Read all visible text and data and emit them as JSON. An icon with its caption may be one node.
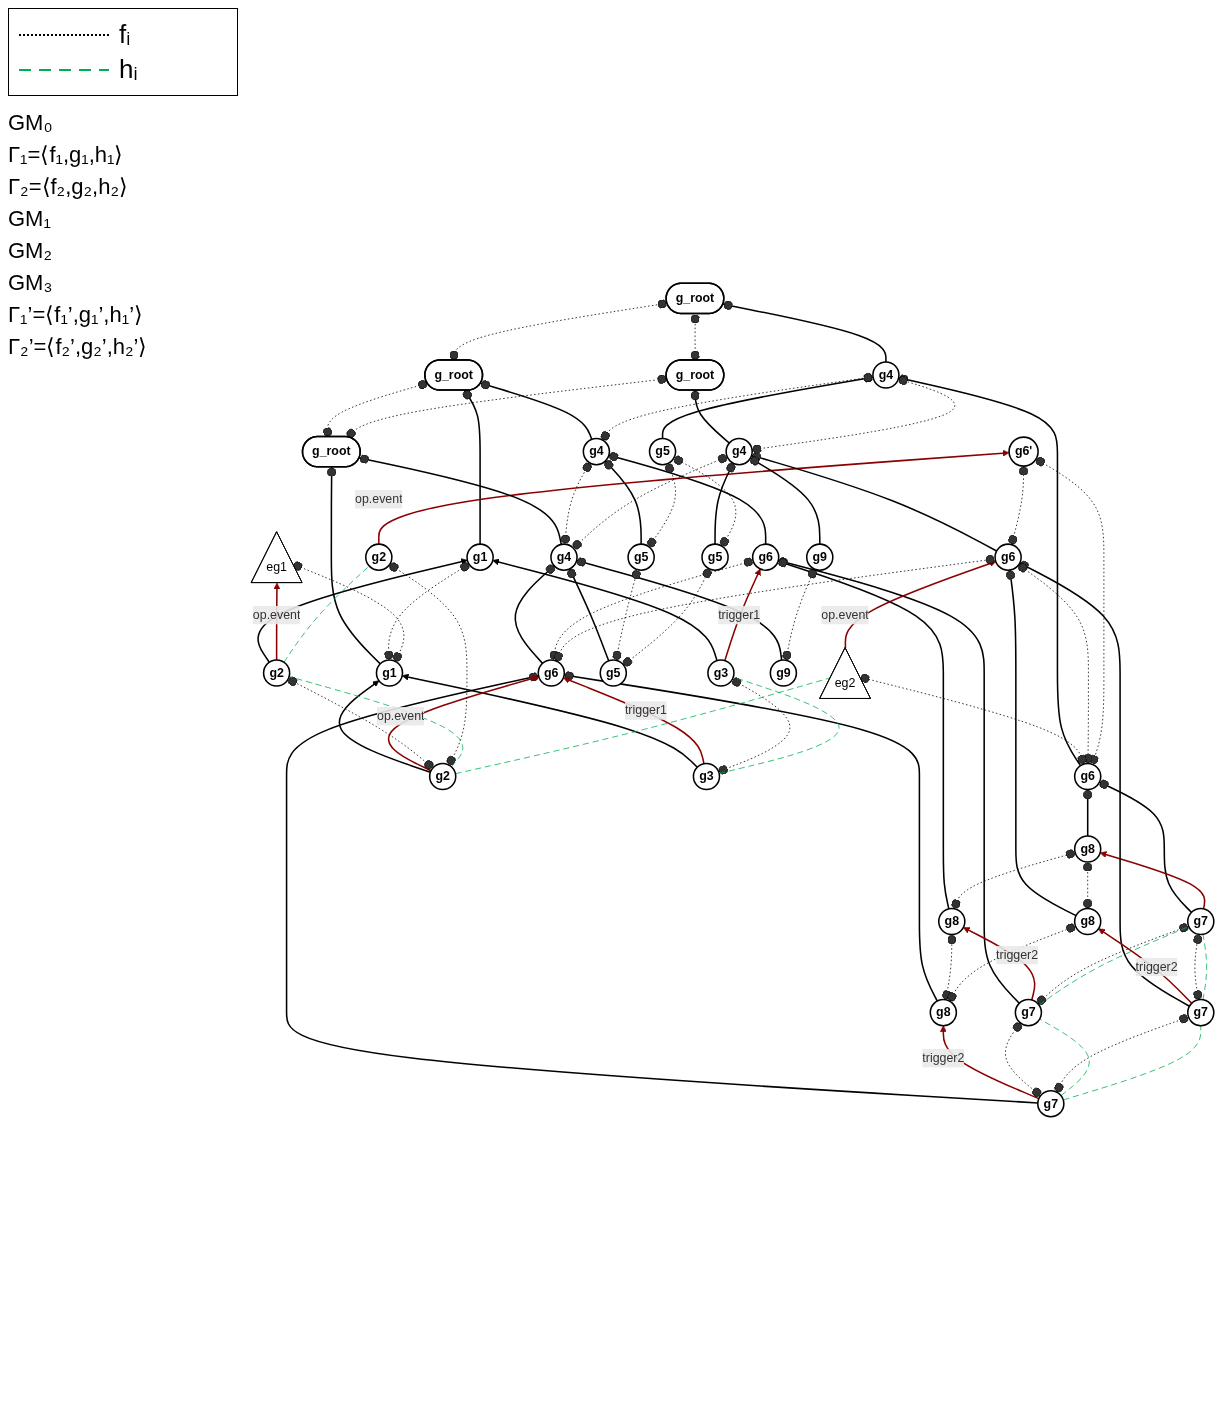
{
  "diagram": {
    "nodes": [
      {
        "text": [
          "g_root"
        ]
      },
      {
        "text": [
          "g4"
        ]
      },
      {
        "text": [
          "g5"
        ]
      },
      {
        "text": [
          "g6"
        ]
      },
      {
        "text": [
          "g7"
        ]
      },
      {
        "text": [
          "g8"
        ]
      },
      {
        "text": [
          "g_root"
        ]
      },
      {
        "text": [
          "g1"
        ]
      },
      {
        "text": [
          "g4"
        ]
      },
      {
        "text": [
          "g2"
        ]
      },
      {
        "text": [
          "g3"
        ]
      },
      {
        "text": [
          "g5"
        ]
      },
      {
        "text": [
          "g6"
        ]
      },
      {
        "text": [
          "g7"
        ]
      },
      {
        "text": [
          "g8"
        ]
      },
      {
        "text": [
          "eg1"
        ]
      },
      {
        "text": [
          "g2"
        ]
      },
      {
        "text": [
          "g6'"
        ]
      },
      {
        "text": [
          "eg2"
        ]
      },
      {
        "text": [
          "g_root"
        ]
      },
      {
        "text": [
          "g4"
        ]
      },
      {
        "text": [
          "g5"
        ]
      },
      {
        "text": [
          "g6"
        ]
      },
      {
        "text": [
          "g9"
        ]
      },
      {
        "text": [
          "g7"
        ]
      },
      {
        "text": [
          "g8"
        ]
      },
      {
        "text": [
          "g_root"
        ]
      },
      {
        "text": [
          "g1"
        ]
      },
      {
        "text": [
          "g4"
        ]
      },
      {
        "text": [
          "g2"
        ]
      },
      {
        "text": [
          "g3"
        ]
      },
      {
        "text": [
          "g5"
        ]
      },
      {
        "text": [
          "g6"
        ]
      },
      {
        "text": [
          "g9"
        ]
      },
      {
        "text": [
          "g7"
        ]
      },
      {
        "text": [
          "g8"
        ]
      }
    ],
    "edges": [
      {
        "from": 1,
        "to": 0,
        "arrow": "other"
      },
      {
        "from": 2,
        "to": 1,
        "arrow": "other"
      },
      {
        "from": 3,
        "to": 1,
        "arrow": "other"
      },
      {
        "from": 4,
        "to": 3,
        "arrow": "other"
      },
      {
        "from": 5,
        "to": 3,
        "arrow": "other"
      },
      {
        "from": 4,
        "to": 5,
        "arrow": "to",
        "color": "#8b0000"
      },
      {
        "from": 7,
        "to": 6,
        "arrow": "other"
      },
      {
        "from": 8,
        "to": 6,
        "arrow": "other"
      },
      {
        "from": 9,
        "to": 7,
        "arrow": "to"
      },
      {
        "from": 10,
        "to": 7,
        "arrow": "to"
      },
      {
        "from": 11,
        "to": 8,
        "arrow": "other"
      },
      {
        "from": 12,
        "to": 8,
        "arrow": "other"
      },
      {
        "from": 13,
        "to": 12,
        "arrow": "other"
      },
      {
        "from": 14,
        "to": 12,
        "arrow": "other"
      },
      {
        "from": 10,
        "to": 12,
        "arrow": "to",
        "label": "trigger1",
        "color": "#8b0000"
      },
      {
        "from": 13,
        "to": 14,
        "arrow": "to",
        "label": "trigger2",
        "color": "#8b0000"
      },
      {
        "from": 9,
        "to": 15,
        "arrow": "to",
        "label": "op.event",
        "color": "#8b0000"
      },
      {
        "from": 16,
        "to": 17,
        "arrow": "to",
        "label": "op.event",
        "color": "#8b0000"
      },
      {
        "from": 18,
        "to": 22,
        "arrow": "to",
        "label": "op.event",
        "color": "#8b0000"
      },
      {
        "from": 20,
        "to": 19,
        "arrow": "other"
      },
      {
        "from": 21,
        "to": 20,
        "arrow": "other"
      },
      {
        "from": 22,
        "to": 20,
        "arrow": "other"
      },
      {
        "from": 23,
        "to": 20,
        "arrow": "other"
      },
      {
        "from": 24,
        "to": 22,
        "arrow": "other"
      },
      {
        "from": 25,
        "to": 22,
        "arrow": "other"
      },
      {
        "from": 24,
        "to": 25,
        "arrow": "to",
        "label": "trigger2",
        "color": "#8b0000"
      },
      {
        "from": 27,
        "to": 26,
        "arrow": "other"
      },
      {
        "from": 28,
        "to": 26,
        "arrow": "other"
      },
      {
        "from": 29,
        "to": 27,
        "arrow": "to"
      },
      {
        "from": 30,
        "to": 27,
        "arrow": "to"
      },
      {
        "from": 31,
        "to": 28,
        "arrow": "other"
      },
      {
        "from": 32,
        "to": 28,
        "arrow": "other"
      },
      {
        "from": 33,
        "to": 28,
        "arrow": "other"
      },
      {
        "from": 34,
        "to": 32,
        "arrow": "other"
      },
      {
        "from": 35,
        "to": 32,
        "arrow": "other"
      },
      {
        "from": 30,
        "to": 32,
        "arrow": "to",
        "label": "trigger1",
        "color": "#8b0000"
      },
      {
        "from": 29,
        "to": 32,
        "arrow": "to",
        "label": "op.event",
        "color": "#8b0000"
      },
      {
        "from": 34,
        "to": 35,
        "arrow": "to",
        "label": "trigger2",
        "color": "#8b0000"
      },
      {
        "from": 6,
        "to": 0,
        "arrow": "other",
        "style": "dashed"
      },
      {
        "from": 8,
        "to": 1,
        "arrow": "other",
        "style": "dashed"
      },
      {
        "from": 11,
        "to": 2,
        "arrow": "other",
        "style": "dashed"
      },
      {
        "from": 17,
        "to": 3,
        "arrow": "other",
        "style": "dashed"
      },
      {
        "from": 13,
        "to": 4,
        "arrow": "other",
        "style": "dashed"
      },
      {
        "from": 14,
        "to": 5,
        "arrow": "other",
        "style": "dashed"
      },
      {
        "from": 19,
        "to": 0,
        "arrow": "other",
        "style": "dashed"
      },
      {
        "from": 20,
        "to": 1,
        "arrow": "other",
        "style": "dashed"
      },
      {
        "from": 21,
        "to": 2,
        "arrow": "other",
        "style": "dashed"
      },
      {
        "from": 22,
        "to": 3,
        "arrow": "other",
        "style": "dashed"
      },
      {
        "from": 24,
        "to": 4,
        "arrow": "other",
        "style": "dashed"
      },
      {
        "from": 25,
        "to": 5,
        "arrow": "other",
        "style": "dashed"
      },
      {
        "from": 26,
        "to": 6,
        "arrow": "other",
        "style": "dashed"
      },
      {
        "from": 27,
        "to": 7,
        "arrow": "other",
        "style": "dashed"
      },
      {
        "from": 28,
        "to": 8,
        "arrow": "other",
        "style": "dashed"
      },
      {
        "from": 29,
        "to": 9,
        "arrow": "other",
        "style": "dashed"
      },
      {
        "from": 30,
        "to": 10,
        "arrow": "other",
        "style": "dashed"
      },
      {
        "from": 31,
        "to": 11,
        "arrow": "other",
        "style": "dashed"
      },
      {
        "from": 32,
        "to": 12,
        "arrow": "other",
        "style": "dashed"
      },
      {
        "from": 34,
        "to": 13,
        "arrow": "other",
        "style": "dashed"
      },
      {
        "from": 35,
        "to": 14,
        "arrow": "other",
        "style": "dashed"
      },
      {
        "from": 27,
        "to": 15,
        "arrow": "other",
        "style": "dashed"
      },
      {
        "from": 29,
        "to": 16,
        "arrow": "other",
        "style": "dashed"
      },
      {
        "from": 22,
        "to": 17,
        "arrow": "other",
        "style": "dashed"
      },
      {
        "from": 3,
        "to": 18,
        "arrow": "other",
        "style": "dashed"
      },
      {
        "from": 26,
        "to": 19,
        "arrow": "other",
        "style": "dashed"
      },
      {
        "from": 28,
        "to": 20,
        "arrow": "other",
        "style": "dashed"
      },
      {
        "from": 31,
        "to": 21,
        "arrow": "other",
        "style": "dashed"
      },
      {
        "from": 32,
        "to": 22,
        "arrow": "other",
        "style": "dashed"
      },
      {
        "from": 33,
        "to": 23,
        "arrow": "other",
        "style": "dashed"
      },
      {
        "from": 34,
        "to": 24,
        "arrow": "other",
        "style": "dashed"
      },
      {
        "from": 35,
        "to": 25,
        "arrow": "other",
        "style": "dashed"
      },
      {
        "from": 13,
        "to": 4,
        "arrow": "none",
        "style": "dashed",
        "color": "#00b050"
      },
      {
        "from": 24,
        "to": 4,
        "arrow": "none",
        "style": "dashed",
        "color": "#00b050"
      },
      {
        "from": 9,
        "to": 16,
        "arrow": "none",
        "style": "dashed",
        "color": "#00b050"
      },
      {
        "from": 30,
        "to": 10,
        "arrow": "none",
        "style": "dashed",
        "color": "#00b050"
      },
      {
        "from": 29,
        "to": 9,
        "arrow": "none",
        "style": "dashed",
        "color": "#00b050"
      },
      {
        "from": 34,
        "to": 13,
        "arrow": "none",
        "style": "dashed",
        "color": "#00b050"
      },
      {
        "from": 29,
        "to": 18,
        "arrow": "none",
        "style": "dashed",
        "color": "#00b050"
      },
      {
        "from": 34,
        "to": 24,
        "arrow": "none",
        "style": "dashed",
        "color": "#00b050"
      }
    ],
    "labels": [
      "GM₀",
      "Γ₁=⟨f₁,g₁,h₁⟩",
      "Γ₂=⟨f₂,g₂,h₂⟩",
      "GM₁",
      "GM₂",
      "GM₃",
      "Γ₁’=⟨f₁’,g₁’,h₁’⟩",
      "Γ₂’=⟨f₂’,g₂’,h₂’⟩"
    ],
    "legend": [
      {
        "text": "fᵢ"
      },
      {
        "text": "hᵢ"
      }
    ]
  }
}
